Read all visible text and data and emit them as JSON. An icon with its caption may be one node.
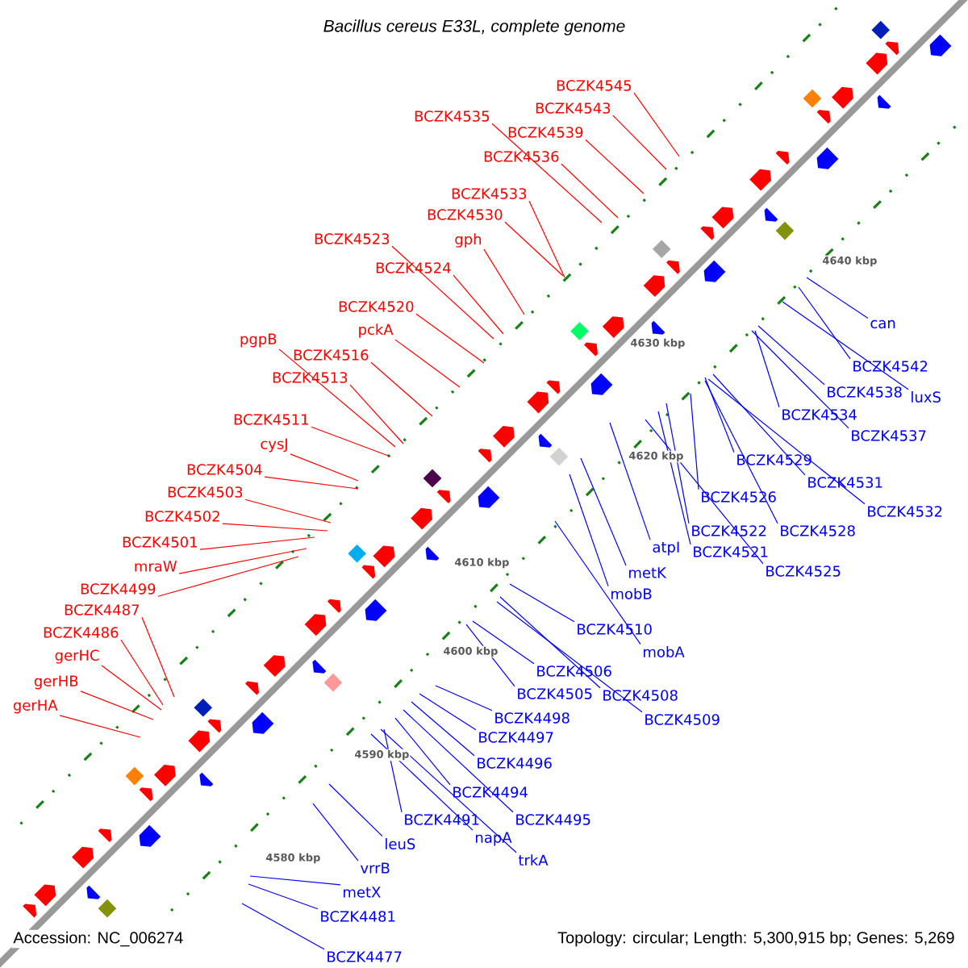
{
  "diagram": {
    "title": "Bacillus cereus E33L, complete genome",
    "nodes": [
      {
        "text": [
          "BCZK4545"
        ]
      },
      {
        "text": [
          "BCZK4543"
        ]
      },
      {
        "text": [
          "BCZK4539"
        ]
      },
      {
        "text": [
          "BCZK4535"
        ]
      },
      {
        "text": [
          "BCZK4536"
        ]
      },
      {
        "text": [
          "BCZK4533"
        ]
      },
      {
        "text": [
          "BCZK4530"
        ]
      },
      {
        "text": [
          "gph"
        ]
      },
      {
        "text": [
          "BCZK4523"
        ]
      },
      {
        "text": [
          "BCZK4524"
        ]
      },
      {
        "text": [
          "BCZK4520"
        ]
      },
      {
        "text": [
          "pckA"
        ]
      },
      {
        "text": [
          "pgpB"
        ]
      },
      {
        "text": [
          "BCZK4516"
        ]
      },
      {
        "text": [
          "BCZK4513"
        ]
      },
      {
        "text": [
          "BCZK4511"
        ]
      },
      {
        "text": [
          "cysJ"
        ]
      },
      {
        "text": [
          "BCZK4504"
        ]
      },
      {
        "text": [
          "BCZK4503"
        ]
      },
      {
        "text": [
          "BCZK4502"
        ]
      },
      {
        "text": [
          "BCZK4501"
        ]
      },
      {
        "text": [
          "mraW"
        ]
      },
      {
        "text": [
          "BCZK4499"
        ]
      },
      {
        "text": [
          "BCZK4487"
        ]
      },
      {
        "text": [
          "BCZK4486"
        ]
      },
      {
        "text": [
          "gerHC"
        ]
      },
      {
        "text": [
          "gerHB"
        ]
      },
      {
        "text": [
          "gerHA"
        ]
      },
      {
        "text": [
          "can"
        ]
      },
      {
        "text": [
          "BCZK4542"
        ]
      },
      {
        "text": [
          "luxS"
        ]
      },
      {
        "text": [
          "BCZK4538"
        ]
      },
      {
        "text": [
          "BCZK4534"
        ]
      },
      {
        "text": [
          "BCZK4537"
        ]
      },
      {
        "text": [
          "BCZK4529"
        ]
      },
      {
        "text": [
          "BCZK4531"
        ]
      },
      {
        "text": [
          "BCZK4532"
        ]
      },
      {
        "text": [
          "BCZK4526"
        ]
      },
      {
        "text": [
          "BCZK4522"
        ]
      },
      {
        "text": [
          "BCZK4528"
        ]
      },
      {
        "text": [
          "BCZK4521"
        ]
      },
      {
        "text": [
          "BCZK4525"
        ]
      },
      {
        "text": [
          "atpI"
        ]
      },
      {
        "text": [
          "metK"
        ]
      },
      {
        "text": [
          "mobB"
        ]
      },
      {
        "text": [
          "BCZK4510"
        ]
      },
      {
        "text": [
          "mobA"
        ]
      },
      {
        "text": [
          "BCZK4506"
        ]
      },
      {
        "text": [
          "BCZK4505"
        ]
      },
      {
        "text": [
          "BCZK4508"
        ]
      },
      {
        "text": [
          "BCZK4509"
        ]
      },
      {
        "text": [
          "BCZK4498"
        ]
      },
      {
        "text": [
          "BCZK4497"
        ]
      },
      {
        "text": [
          "BCZK4496"
        ]
      },
      {
        "text": [
          "BCZK4494"
        ]
      },
      {
        "text": [
          "BCZK4495"
        ]
      },
      {
        "text": [
          "BCZK4491"
        ]
      },
      {
        "text": [
          "napA"
        ]
      },
      {
        "text": [
          "trkA"
        ]
      },
      {
        "text": [
          "leuS"
        ]
      },
      {
        "text": [
          "vrrB"
        ]
      },
      {
        "text": [
          "metX"
        ]
      },
      {
        "text": [
          "BCZK4481"
        ]
      },
      {
        "text": [
          "BCZK4477"
        ]
      }
    ],
    "edges": [
      {
        "from": 0,
        "to": null,
        "arrow": "none",
        "color": "#ff0000"
      },
      {
        "from": 1,
        "to": null,
        "arrow": "none",
        "color": "#ff0000"
      },
      {
        "from": 2,
        "to": null,
        "arrow": "none",
        "color": "#ff0000"
      },
      {
        "from": 3,
        "to": null,
        "arrow": "none",
        "color": "#ff0000"
      },
      {
        "from": 4,
        "to": null,
        "arrow": "none",
        "color": "#ff0000"
      },
      {
        "from": 5,
        "to": null,
        "arrow": "none",
        "color": "#ff0000"
      },
      {
        "from": 6,
        "to": null,
        "arrow": "none",
        "color": "#ff0000"
      },
      {
        "from": 7,
        "to": null,
        "arrow": "none",
        "color": "#ff0000"
      },
      {
        "from": 8,
        "to": null,
        "arrow": "none",
        "color": "#ff0000"
      },
      {
        "from": 9,
        "to": null,
        "arrow": "none",
        "color": "#ff0000"
      },
      {
        "from": 10,
        "to": null,
        "arrow": "none",
        "color": "#ff0000"
      },
      {
        "from": 11,
        "to": null,
        "arrow": "none",
        "color": "#ff0000"
      },
      {
        "from": 12,
        "to": null,
        "arrow": "none",
        "color": "#ff0000"
      },
      {
        "from": 13,
        "to": null,
        "arrow": "none",
        "color": "#ff0000"
      },
      {
        "from": 14,
        "to": null,
        "arrow": "none",
        "color": "#ff0000"
      },
      {
        "from": 15,
        "to": null,
        "arrow": "none",
        "color": "#ff0000"
      },
      {
        "from": 16,
        "to": null,
        "arrow": "none",
        "color": "#ff0000"
      },
      {
        "from": 17,
        "to": null,
        "arrow": "none",
        "color": "#ff0000"
      },
      {
        "from": 18,
        "to": null,
        "arrow": "none",
        "color": "#ff0000"
      },
      {
        "from": 19,
        "to": null,
        "arrow": "none",
        "color": "#ff0000"
      },
      {
        "from": 20,
        "to": null,
        "arrow": "none",
        "color": "#ff0000"
      },
      {
        "from": 21,
        "to": null,
        "arrow": "none",
        "color": "#ff0000"
      },
      {
        "from": 22,
        "to": null,
        "arrow": "none",
        "color": "#ff0000"
      },
      {
        "from": 23,
        "to": null,
        "arrow": "none",
        "color": "#ff0000"
      },
      {
        "from": 24,
        "to": null,
        "arrow": "none",
        "color": "#ff0000"
      },
      {
        "from": 25,
        "to": null,
        "arrow": "none",
        "color": "#ff0000"
      },
      {
        "from": 26,
        "to": null,
        "arrow": "none",
        "color": "#ff0000"
      },
      {
        "from": 27,
        "to": null,
        "arrow": "none",
        "color": "#ff0000"
      },
      {
        "from": 28,
        "to": null,
        "arrow": "none"
      },
      {
        "from": 29,
        "to": null,
        "arrow": "none"
      },
      {
        "from": 30,
        "to": null,
        "arrow": "none"
      },
      {
        "from": 31,
        "to": null,
        "arrow": "none"
      },
      {
        "from": 32,
        "to": null,
        "arrow": "none"
      },
      {
        "from": 33,
        "to": null,
        "arrow": "none"
      },
      {
        "from": 34,
        "to": null,
        "arrow": "none"
      },
      {
        "from": 35,
        "to": null,
        "arrow": "none"
      },
      {
        "from": 36,
        "to": null,
        "arrow": "none"
      },
      {
        "from": 37,
        "to": null,
        "arrow": "none"
      },
      {
        "from": 38,
        "to": null,
        "arrow": "none"
      },
      {
        "from": 39,
        "to": null,
        "arrow": "none"
      },
      {
        "from": 40,
        "to": null,
        "arrow": "none"
      },
      {
        "from": 41,
        "to": null,
        "arrow": "none"
      },
      {
        "from": 42,
        "to": null,
        "arrow": "none"
      },
      {
        "from": 43,
        "to": null,
        "arrow": "none"
      },
      {
        "from": 44,
        "to": null,
        "arrow": "none"
      },
      {
        "from": 45,
        "to": null,
        "arrow": "none"
      },
      {
        "from": 46,
        "to": null,
        "arrow": "none"
      },
      {
        "from": 47,
        "to": null,
        "arrow": "none"
      },
      {
        "from": 48,
        "to": null,
        "arrow": "none"
      },
      {
        "from": 49,
        "to": null,
        "arrow": "none"
      },
      {
        "from": 50,
        "to": null,
        "arrow": "none"
      },
      {
        "from": 51,
        "to": null,
        "arrow": "none"
      },
      {
        "from": 52,
        "to": null,
        "arrow": "none"
      },
      {
        "from": 53,
        "to": null,
        "arrow": "none"
      },
      {
        "from": 54,
        "to": null,
        "arrow": "none"
      },
      {
        "from": 55,
        "to": null,
        "arrow": "none"
      },
      {
        "from": 56,
        "to": null,
        "arrow": "none"
      },
      {
        "from": 57,
        "to": null,
        "arrow": "none"
      },
      {
        "from": 58,
        "to": null,
        "arrow": "none"
      },
      {
        "from": 59,
        "to": null,
        "arrow": "none"
      },
      {
        "from": 60,
        "to": null,
        "arrow": "none"
      },
      {
        "from": 61,
        "to": null,
        "arrow": "none"
      },
      {
        "from": 62,
        "to": null,
        "arrow": "none"
      },
      {
        "from": 63,
        "to": null,
        "arrow": "none"
      }
    ],
    "labels": [
      "4640 kbp",
      "4630 kbp",
      "4620 kbp",
      "4610 kbp",
      "4600 kbp",
      "4590 kbp",
      "4580 kbp",
      "Accession: NC_006274",
      "Topology: circular; Length: 5,300,915 bp; Genes: 5,269"
    ]
  }
}
